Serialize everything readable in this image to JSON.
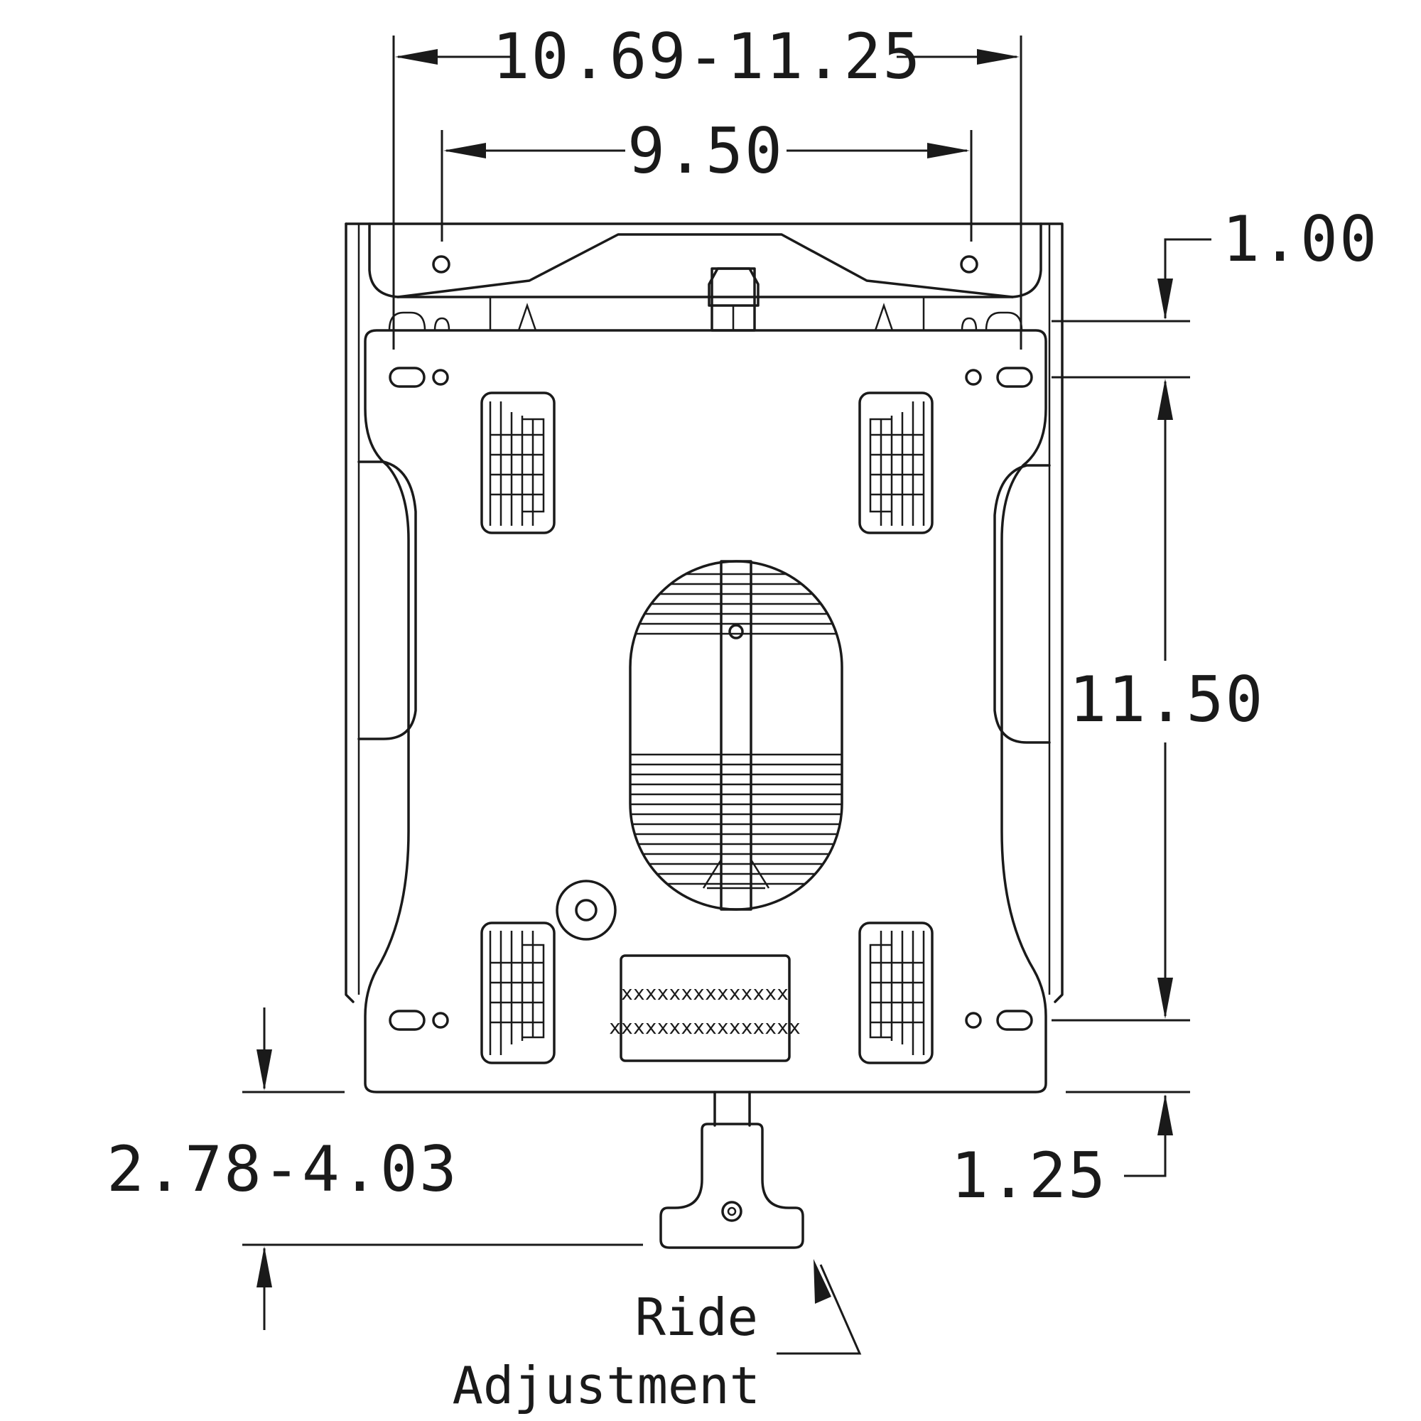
{
  "dimensions": {
    "overall_width": "10.69-11.25",
    "mount_width": "9.50",
    "top_offset": "1.00",
    "mount_length": "11.50",
    "bottom_offset": "1.25",
    "height_range": "2.78-4.03"
  },
  "callout": {
    "line1": "Ride",
    "line2": "Adjustment"
  },
  "nameplate": {
    "line1": "xxxxxxxxxxxxxx",
    "line2": "xxxxxxxxxxxxxxxx"
  }
}
